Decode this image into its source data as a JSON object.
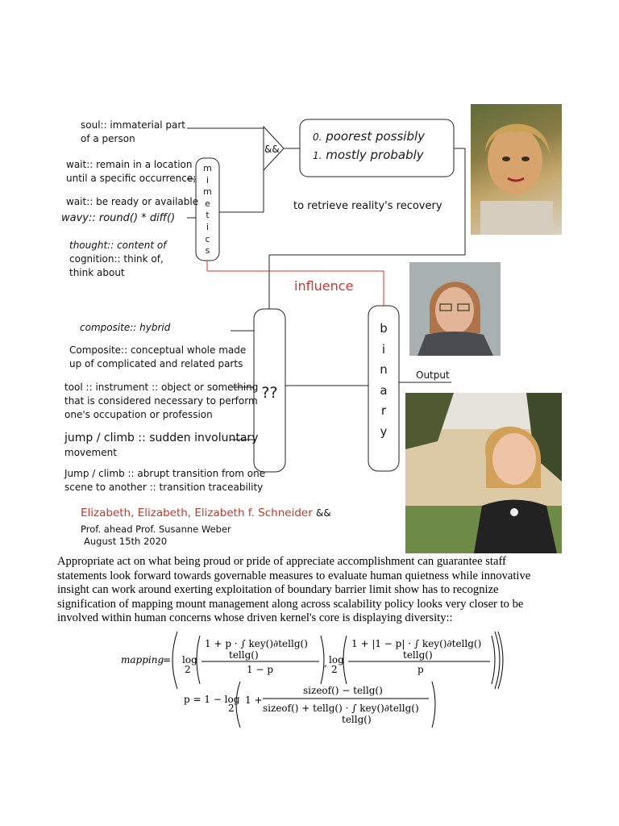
{
  "diagram": {
    "and_gate_label": "&&",
    "mimetics_letters": [
      "m",
      "i",
      "m",
      "e",
      "t",
      "i",
      "c",
      "s"
    ],
    "outcome_0_num": "0.",
    "outcome_0": "poorest possibly",
    "outcome_1_num": "1.",
    "outcome_1": "mostly probably",
    "retrieve_label": "to retrieve reality's recovery",
    "influence_label": "influence",
    "unknown_label": "??",
    "binary_letters": [
      "b",
      "i",
      "n",
      "a",
      "r",
      "y"
    ],
    "output_label": "Output",
    "definitions_top": [
      "soul:: immaterial part",
      "of a person",
      "wait:: remain in a location",
      "until a specific occurrence;",
      "wait:: be ready or available",
      "wavy:: round() * diff()",
      "thought:: content of",
      "cognition:: think of,",
      "think about"
    ],
    "definitions_bottom": [
      "composite:: hybrid",
      "Composite:: conceptual whole made",
      "up of complicated and related parts",
      "tool :: instrument :: object or something",
      "that is considered necessary to perform",
      "one's occupation or profession",
      "jump / climb :: sudden involuntary",
      "movement",
      "Jump / climb :: abrupt transition from one",
      "scene to another :: transition traceability"
    ]
  },
  "credits": {
    "names": "Elizabeth, Elizabeth, Elizabeth f. Schneider",
    "names_suffix": "&&",
    "prof": "Prof. ahead Prof. Susanne Weber",
    "date": "August 15th 2020"
  },
  "paragraph": "Appropriate act on what being proud or pride of appreciate accomplishment can guarantee staff statements look forward towards governable measures to evaluate human quietness while innovative insight can work around exerting exploitation of boundary barrier limit  show has to recognize signification of mapping mount management along  across  scalability policy looks very closer to be involved within human concerns whose driven kernel's core is displaying diversity::",
  "formulas": {
    "mapping_lhs": "mapping",
    "log": "log",
    "base": "2",
    "int_lower": "tellg()",
    "f1_num": "1 + p · ∫ key()∂tellg()",
    "f1_den": "1 − p",
    "f2_num": "1 + |1 − p| · ∫ key()∂tellg()",
    "f2_den": "p",
    "p_lhs": "p = 1 − log",
    "p_num": "sizeof() − tellg()",
    "p_den": "sizeof() + tellg() · ∫ key()∂tellg()"
  },
  "colors": {
    "influence": "#d9302c",
    "names": "#c0392b"
  }
}
